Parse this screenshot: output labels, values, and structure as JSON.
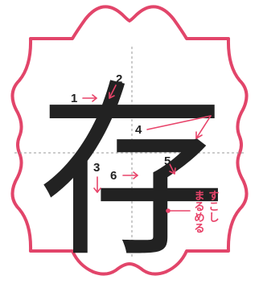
{
  "character": "存",
  "stroke_numbers": [
    "1",
    "2",
    "3",
    "4",
    "5",
    "6"
  ],
  "note_columns": [
    "すこし",
    "まるめる"
  ],
  "colors": {
    "frame": "#e2456a",
    "arrow": "#e8446a",
    "glyph": "#222222",
    "guide": "#9a9a9a",
    "background": "#ffffff"
  }
}
